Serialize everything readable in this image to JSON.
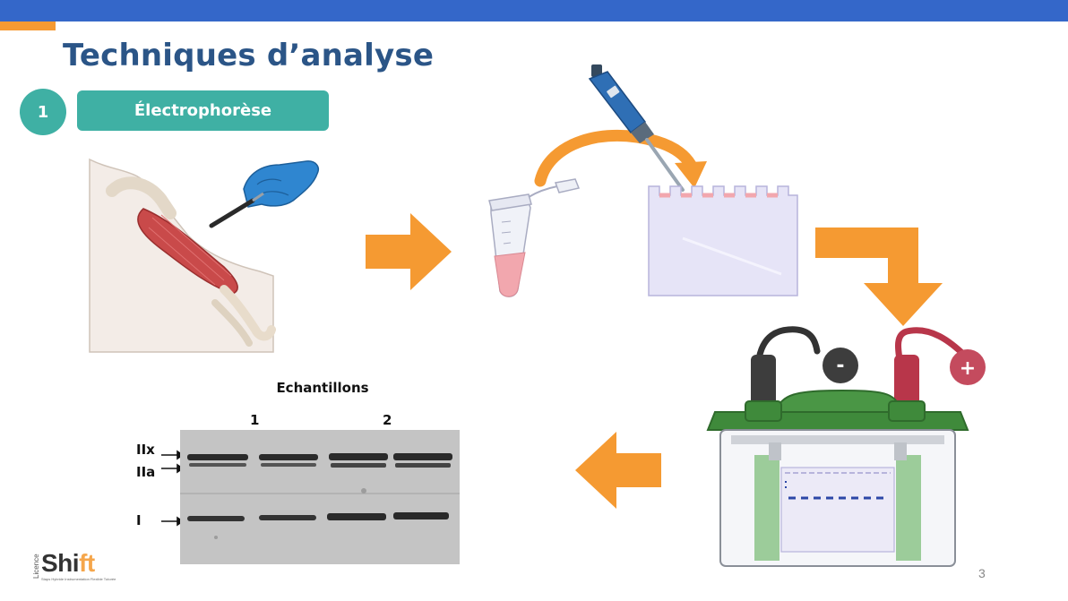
{
  "slide": {
    "title": "Techniques d’analyse",
    "section_number": "1",
    "section_label": "Électrophorèse",
    "page_number": "3"
  },
  "gel": {
    "title": "Echantillons",
    "sample_labels": [
      "1",
      "2"
    ],
    "band_labels": [
      "IIx",
      "IIa",
      "I"
    ]
  },
  "tank": {
    "negative_sign": "-",
    "positive_sign": "+"
  },
  "logo": {
    "side_text": "Licence",
    "main_s": "Shi",
    "main_ft": "ft",
    "tagline": "Staps Hybride Instrumentation Flexible Tutorée"
  },
  "colors": {
    "top_bar": "#3467c9",
    "accent_orange": "#f59a32",
    "teal": "#3fb0a4",
    "title_blue": "#2b5587",
    "tank_green": "#3f8a3b",
    "cathode_gray": "#3d3d3d",
    "anode_red": "#c44b5e"
  },
  "icons": [
    "arm-muscle-biopsy-icon",
    "scalpel-icon",
    "gloved-hand-icon",
    "arrow-right-icon",
    "microtube-icon",
    "curved-arrow-icon",
    "pipette-icon",
    "gel-slab-icon",
    "elbow-arrow-down-icon",
    "electrophoresis-tank-icon",
    "arrow-left-icon"
  ]
}
